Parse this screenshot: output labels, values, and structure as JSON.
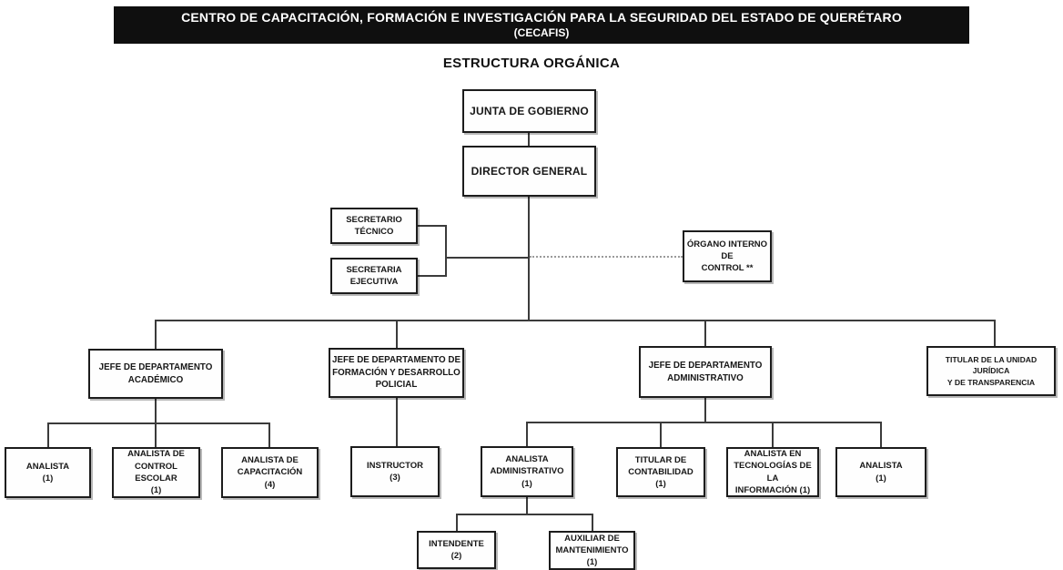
{
  "header": {
    "title": "CENTRO DE CAPACITACIÓN, FORMACIÓN E INVESTIGACIÓN PARA LA SEGURIDAD DEL ESTADO DE QUERÉTARO",
    "subtitle": "(CECAFIS)"
  },
  "section_title": "ESTRUCTURA ORGÁNICA",
  "colors": {
    "header_bg": "#0f0f0f",
    "header_fg": "#ffffff",
    "line": "#3b3b3b",
    "box_border": "#1c1c1c"
  },
  "nodes": {
    "junta": {
      "label": "JUNTA DE GOBIERNO"
    },
    "director": {
      "label": "DIRECTOR GENERAL"
    },
    "secretario_tecnico": {
      "label": "SECRETARIO\nTÉCNICO"
    },
    "secretaria_ejecutiva": {
      "label": "SECRETARIA\nEJECUTIVA"
    },
    "organo_interno_control": {
      "label": "ÓRGANO INTERNO DE\nCONTROL **"
    },
    "depto_academico": {
      "label": "JEFE DE DEPARTAMENTO\nACADÉMICO"
    },
    "depto_formacion": {
      "label": "JEFE DE DEPARTAMENTO DE\nFORMACIÓN Y DESARROLLO\nPOLICIAL"
    },
    "depto_administrativo": {
      "label": "JEFE DE DEPARTAMENTO\nADMINISTRATIVO"
    },
    "unidad_juridica": {
      "label": "TITULAR DE LA UNIDAD JURÍDICA\nY DE TRANSPARENCIA"
    },
    "analista_academico": {
      "label": "ANALISTA\n(1)"
    },
    "analista_control_escolar": {
      "label": "ANALISTA DE\nCONTROL ESCOLAR\n(1)"
    },
    "analista_capacitacion": {
      "label": "ANALISTA DE\nCAPACITACIÓN\n(4)"
    },
    "instructor": {
      "label": "INSTRUCTOR\n(3)"
    },
    "analista_administrativo": {
      "label": "ANALISTA\nADMINISTRATIVO\n(1)"
    },
    "titular_contabilidad": {
      "label": "TITULAR DE\nCONTABILIDAD\n(1)"
    },
    "analista_tecnologias": {
      "label": "ANALISTA EN\nTECNOLOGÍAS DE LA\nINFORMACIÓN (1)"
    },
    "analista_admin_area": {
      "label": "ANALISTA\n(1)"
    },
    "intendente": {
      "label": "INTENDENTE\n(2)"
    },
    "auxiliar_mantenimiento": {
      "label": "AUXILIAR DE\nMANTENIMIENTO\n(1)"
    }
  }
}
